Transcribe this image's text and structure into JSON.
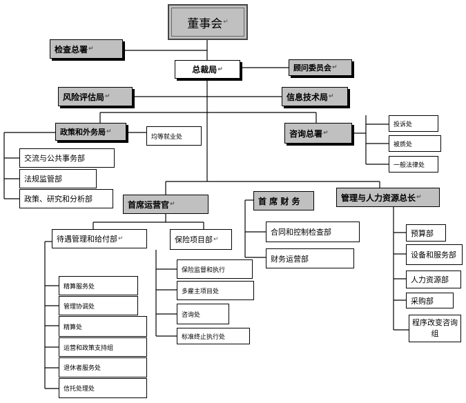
{
  "board": "董事会",
  "inspection": "检查总署",
  "president": "总裁局",
  "advisory": "顾问委员会",
  "risk": "风险评估局",
  "it": "信息技术局",
  "policy_bureau": "政策和外务局",
  "equal_employment": "均等就业处",
  "policy_children": [
    "交流与公共事务部",
    "法规监管部",
    "政策、研究和分析部"
  ],
  "consulting": "咨询总署",
  "consulting_children": [
    "投诉处",
    "被质处",
    "一般法律处"
  ],
  "coo": "首席运营官",
  "cfo": "首 席 财 务",
  "hr_head": "管理与人力资源总长",
  "benefits_dept": "待遇管理和给付部",
  "benefits_children": [
    "精算服务处",
    "管理协调处",
    "精算处",
    "运营和政策支持组",
    "退休者服务处",
    "信托处理处"
  ],
  "insurance_dept": "保险项目部",
  "insurance_children": [
    "保险监督和执行",
    "多雇主项目处",
    "咨询处",
    "标准终止执行处"
  ],
  "cfo_children": [
    "合同和控制检查部",
    "财务运营部"
  ],
  "hr_children": [
    "预算部",
    "设备和服务部",
    "人力资源部",
    "采购部",
    "程序改变咨询组"
  ],
  "para_mark": "↵"
}
